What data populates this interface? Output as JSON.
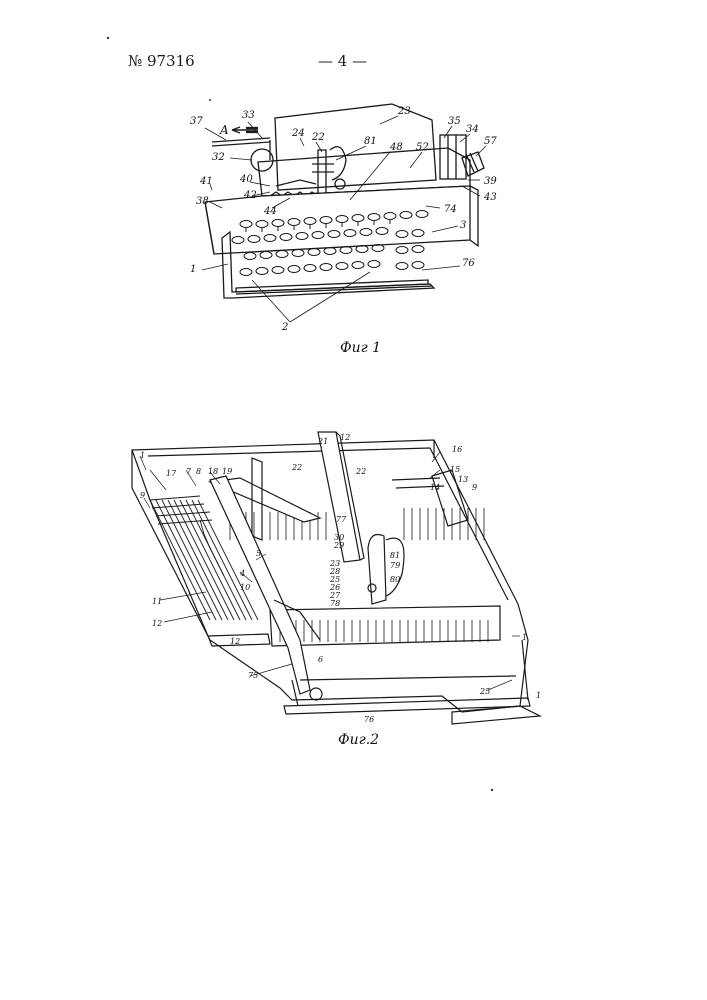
{
  "header": {
    "patent_number": "№ 97316",
    "page_number": "— 4 —"
  },
  "figure1": {
    "caption": "Фиг 1",
    "arrow_letter": "A",
    "labels": [
      "37",
      "33",
      "24",
      "22",
      "81",
      "23",
      "35",
      "34",
      "57",
      "32",
      "48",
      "52",
      "40",
      "41",
      "42",
      "44",
      "39",
      "43",
      "38",
      "74",
      "3",
      "76",
      "1",
      "2"
    ]
  },
  "figure2": {
    "caption": "Фиг.2",
    "labels": [
      "21",
      "12",
      "16",
      "22",
      "22",
      "1",
      "17",
      "7",
      "8",
      "18",
      "19",
      "9",
      "15",
      "13",
      "14",
      "9",
      "5",
      "77",
      "30",
      "29",
      "23",
      "28",
      "25",
      "26",
      "27",
      "78",
      "81",
      "79",
      "80",
      "4",
      "10",
      "11",
      "12",
      "12",
      "6",
      "1",
      "75",
      "25",
      "76",
      "1"
    ]
  }
}
